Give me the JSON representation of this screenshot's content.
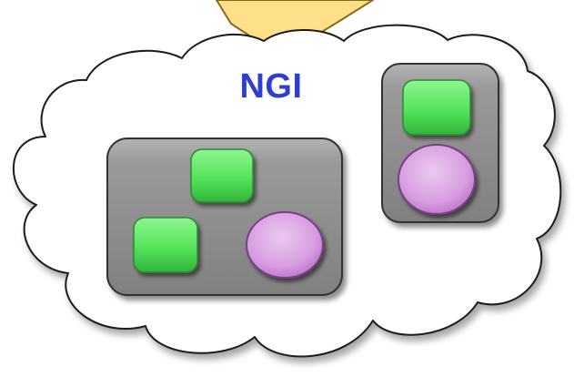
{
  "cloud": {
    "label": "NGI"
  },
  "colors": {
    "arrow_fill": "#ffe08a",
    "cloud_fill": "#ffffff",
    "cloud_stroke": "#222222",
    "container_fill": "#8f8f8f",
    "container_stroke": "#333333",
    "service_square_fill": "#55e35a",
    "service_circle_fill": "#d79ce0",
    "label_color": "#2f3ed2"
  },
  "containers": [
    {
      "name": "large-container",
      "items": [
        "square",
        "square",
        "circle"
      ]
    },
    {
      "name": "small-container",
      "items": [
        "square",
        "circle"
      ]
    }
  ]
}
